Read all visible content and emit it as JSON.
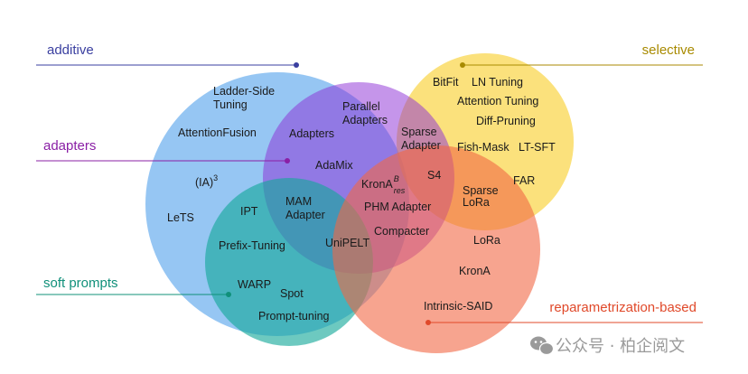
{
  "colors": {
    "additive": "#2e8ee8",
    "selective": "#f9cf2b",
    "adapters": "#8b2bd6",
    "soft_prompts": "#13a89a",
    "reparam": "#f26745",
    "additive_text": "#3a3fa0",
    "selective_text": "#a88a00",
    "adapters_text": "#8a1fa5",
    "soft_text": "#10907a",
    "reparam_text": "#e0492a"
  },
  "categories": {
    "additive": "additive",
    "selective": "selective",
    "adapters": "adapters",
    "soft_prompts": "soft prompts",
    "reparam": "reparametrization-based"
  },
  "methods": {
    "ladder_side": [
      "Ladder-Side",
      "Tuning"
    ],
    "attention_fusion": "AttentionFusion",
    "ia3_base": "(IA)",
    "ia3_sup": "3",
    "lets": "LeTS",
    "parallel_adapters": [
      "Parallel",
      "Adapters"
    ],
    "adapters": "Adapters",
    "adamix": "AdaMix",
    "sparse_adapter": [
      "Sparse",
      "Adapter"
    ],
    "s4": "S4",
    "krona_res_base": "KronA",
    "krona_res_sup": "B",
    "krona_res_sub": "res",
    "phm_adapter": "PHM Adapter",
    "compacter": "Compacter",
    "mam_adapter": [
      "MAM",
      "Adapter"
    ],
    "unipelt": "UniPELT",
    "ipt": "IPT",
    "prefix_tuning": "Prefix-Tuning",
    "warp": "WARP",
    "spot": "Spot",
    "prompt_tuning": "Prompt-tuning",
    "bitfit": "BitFit",
    "ln_tuning": "LN Tuning",
    "attention_tuning": "Attention Tuning",
    "diff_pruning": "Diff-Pruning",
    "fish_mask": "Fish-Mask",
    "lt_sft": "LT-SFT",
    "far": "FAR",
    "sparse_lora": [
      "Sparse",
      "LoRa"
    ],
    "lora": "LoRa",
    "krona": "KronA",
    "intrinsic_said": "Intrinsic-SAID"
  },
  "watermark": {
    "icon": "wechat-icon",
    "text": "公众号 · 柏企阅文"
  }
}
